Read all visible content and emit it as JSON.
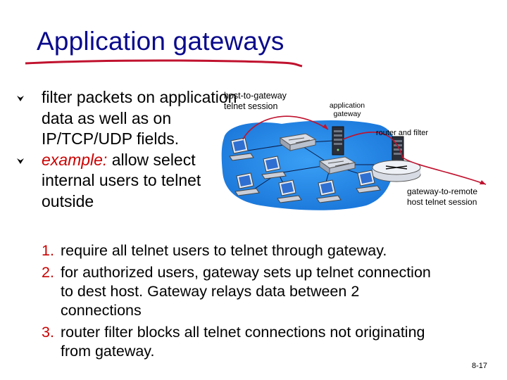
{
  "title": "Application gateways",
  "bullets": [
    {
      "text": "filter packets on application data as well as on IP/TCP/UDP fields."
    },
    {
      "prefix": "example:",
      "text": " allow select internal users to telnet outside"
    }
  ],
  "diagram": {
    "label_host_to_gateway_1": "host-to-gateway",
    "label_host_to_gateway_2": "telnet session",
    "label_app_gateway_1": "application",
    "label_app_gateway_2": "gateway",
    "label_router": "router and filter",
    "label_remote_1": "gateway-to-remote",
    "label_remote_2": "host telnet session",
    "accent_blue": "#1e90ff",
    "arrow_red": "#c0122e"
  },
  "steps": [
    {
      "num": "1.",
      "text": "require all telnet users to telnet through gateway."
    },
    {
      "num": "2.",
      "text": "for authorized users, gateway sets up telnet connection to dest host. Gateway relays data between 2 connections"
    },
    {
      "num": "3.",
      "text": "router filter blocks all telnet connections not originating from gateway."
    }
  ],
  "slide_number": "8-17"
}
